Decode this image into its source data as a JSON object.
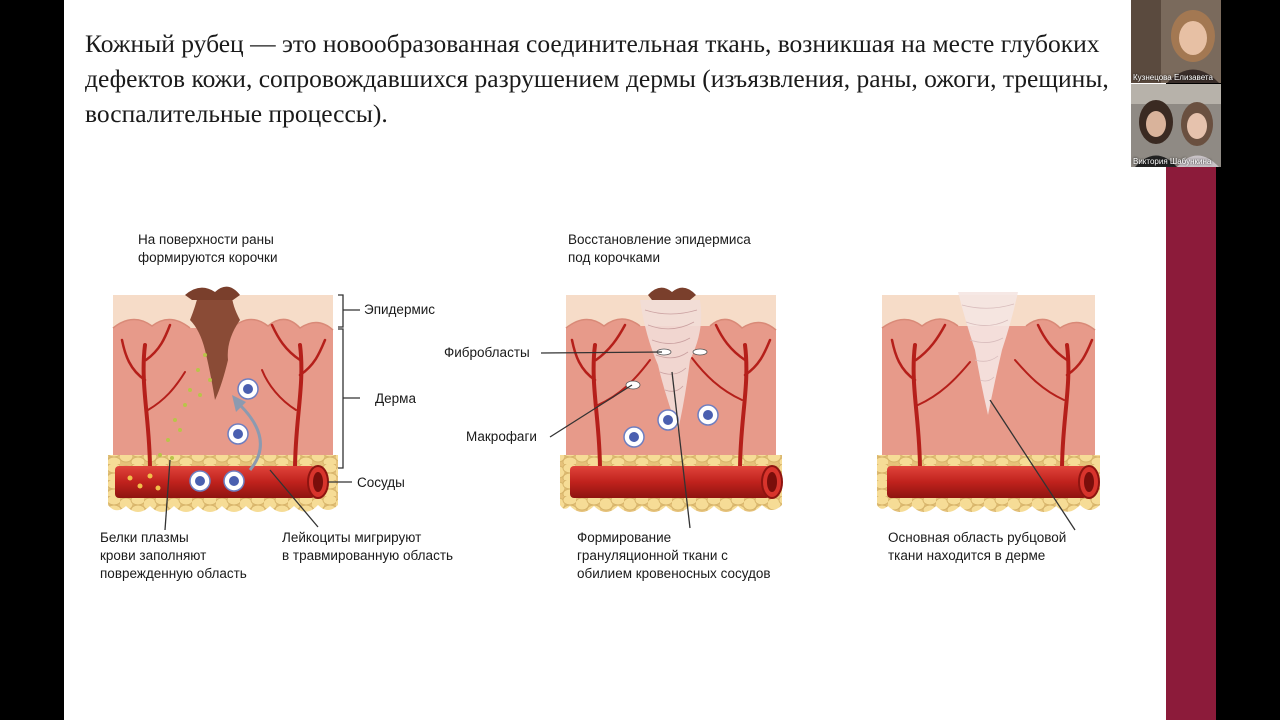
{
  "slide": {
    "title": "Кожный рубец — это новообразованная соединительная ткань, возникшая на месте глубоких дефектов кожи, сопровождавшихся разрушением дермы (изъязвления, раны, ожоги, трещины, воспалительные процессы)."
  },
  "diagram": {
    "stage1_top": [
      "На поверхности раны",
      "формируются корочки"
    ],
    "stage2_top": [
      "Восстановление эпидермиса",
      "под корочками"
    ],
    "layer_epidermis": "Эпидермис",
    "layer_dermis": "Дерма",
    "layer_vessels": "Сосуды",
    "fibroblasts": "Фибробласты",
    "macrophages": "Макрофаги",
    "stage1_bottom_left": [
      "Белки плазмы",
      "крови заполняют",
      "поврежденную область"
    ],
    "stage1_bottom_right": [
      "Лейкоциты мигрируют",
      "в травмированную область"
    ],
    "stage2_bottom": [
      "Формирование",
      "грануляционной ткани с",
      "обилием кровеносных сосудов"
    ],
    "stage3_bottom": [
      "Основная область рубцовой",
      "ткани находится в дерме"
    ]
  },
  "participants": [
    {
      "name": "Кузнецова Елизавета"
    },
    {
      "name": "Виктория Шабункина"
    }
  ],
  "colors": {
    "accent_bar": "#8c1b3a",
    "dermis": "#e79a8a",
    "epidermis": "#f6dcc8",
    "vessel": "#c0221d",
    "fat": "#f3d58a"
  }
}
